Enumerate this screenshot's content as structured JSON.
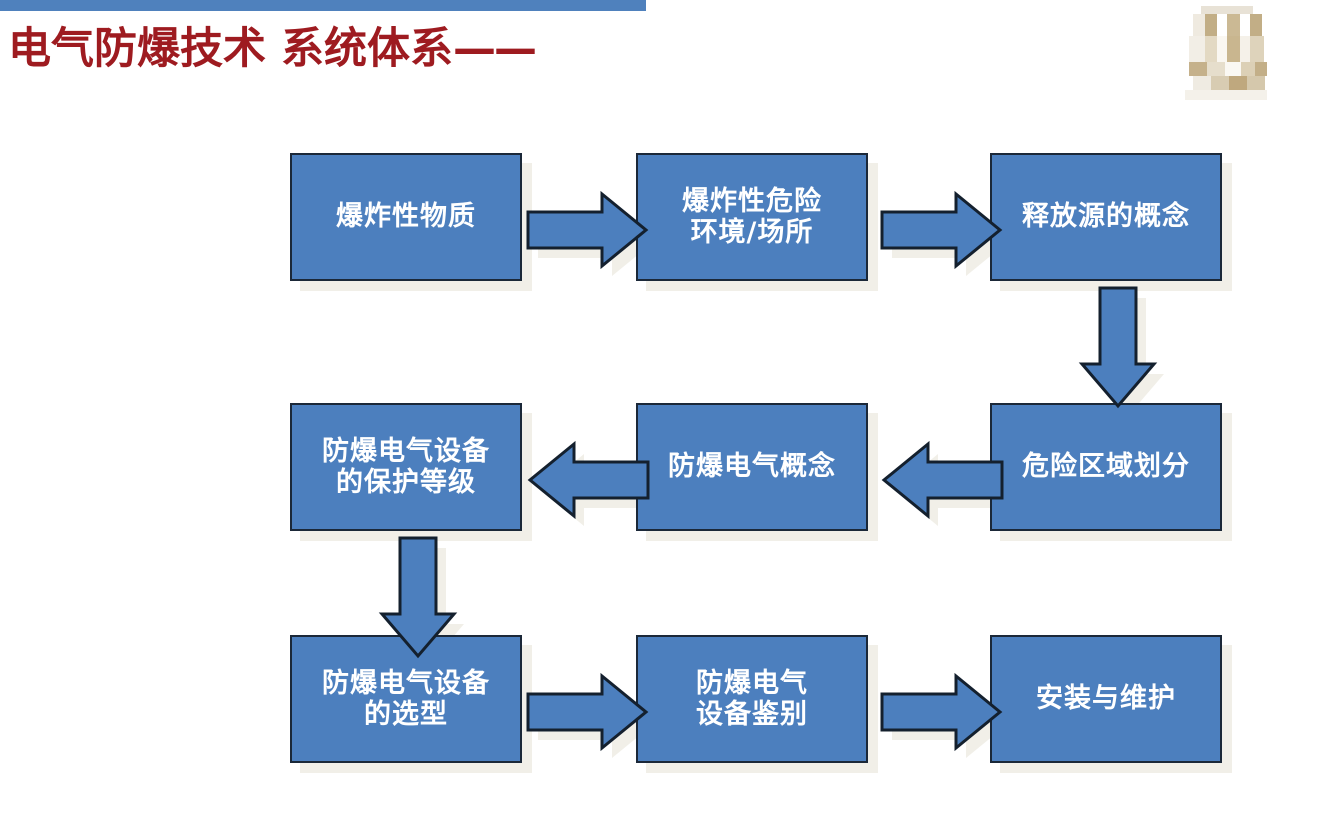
{
  "header": {
    "title_main": "电气防爆技术 系统体系",
    "title_dash": "——",
    "title_color": "#9E1B20",
    "accent_bar_color": "#4F81BD",
    "logo_name": "pixelated-institution-logo"
  },
  "diagram": {
    "node_fill": "#4C7FBE",
    "node_border": "#1B2838",
    "node_text_color": "#FFFFFF",
    "shadow_color": "#F1EFE8",
    "nodes": [
      {
        "id": "n1",
        "label": "爆炸性物质",
        "row": 1,
        "col": 1
      },
      {
        "id": "n2",
        "label": "爆炸性危险\n环境/场所",
        "row": 1,
        "col": 2
      },
      {
        "id": "n3",
        "label": "释放源的概念",
        "row": 1,
        "col": 3
      },
      {
        "id": "n4",
        "label": "危险区域划分",
        "row": 2,
        "col": 3
      },
      {
        "id": "n5",
        "label": "防爆电气概念",
        "row": 2,
        "col": 2
      },
      {
        "id": "n6",
        "label": "防爆电气设备\n的保护等级",
        "row": 2,
        "col": 1
      },
      {
        "id": "n7",
        "label": "防爆电气设备\n的选型",
        "row": 3,
        "col": 1
      },
      {
        "id": "n8",
        "label": "防爆电气\n设备鉴别",
        "row": 3,
        "col": 2
      },
      {
        "id": "n9",
        "label": "安装与维护",
        "row": 3,
        "col": 3
      }
    ],
    "edges": [
      {
        "from": "n1",
        "to": "n2",
        "direction": "right"
      },
      {
        "from": "n2",
        "to": "n3",
        "direction": "right"
      },
      {
        "from": "n3",
        "to": "n4",
        "direction": "down"
      },
      {
        "from": "n4",
        "to": "n5",
        "direction": "left"
      },
      {
        "from": "n5",
        "to": "n6",
        "direction": "left"
      },
      {
        "from": "n6",
        "to": "n7",
        "direction": "down"
      },
      {
        "from": "n7",
        "to": "n8",
        "direction": "right"
      },
      {
        "from": "n8",
        "to": "n9",
        "direction": "right"
      }
    ]
  }
}
